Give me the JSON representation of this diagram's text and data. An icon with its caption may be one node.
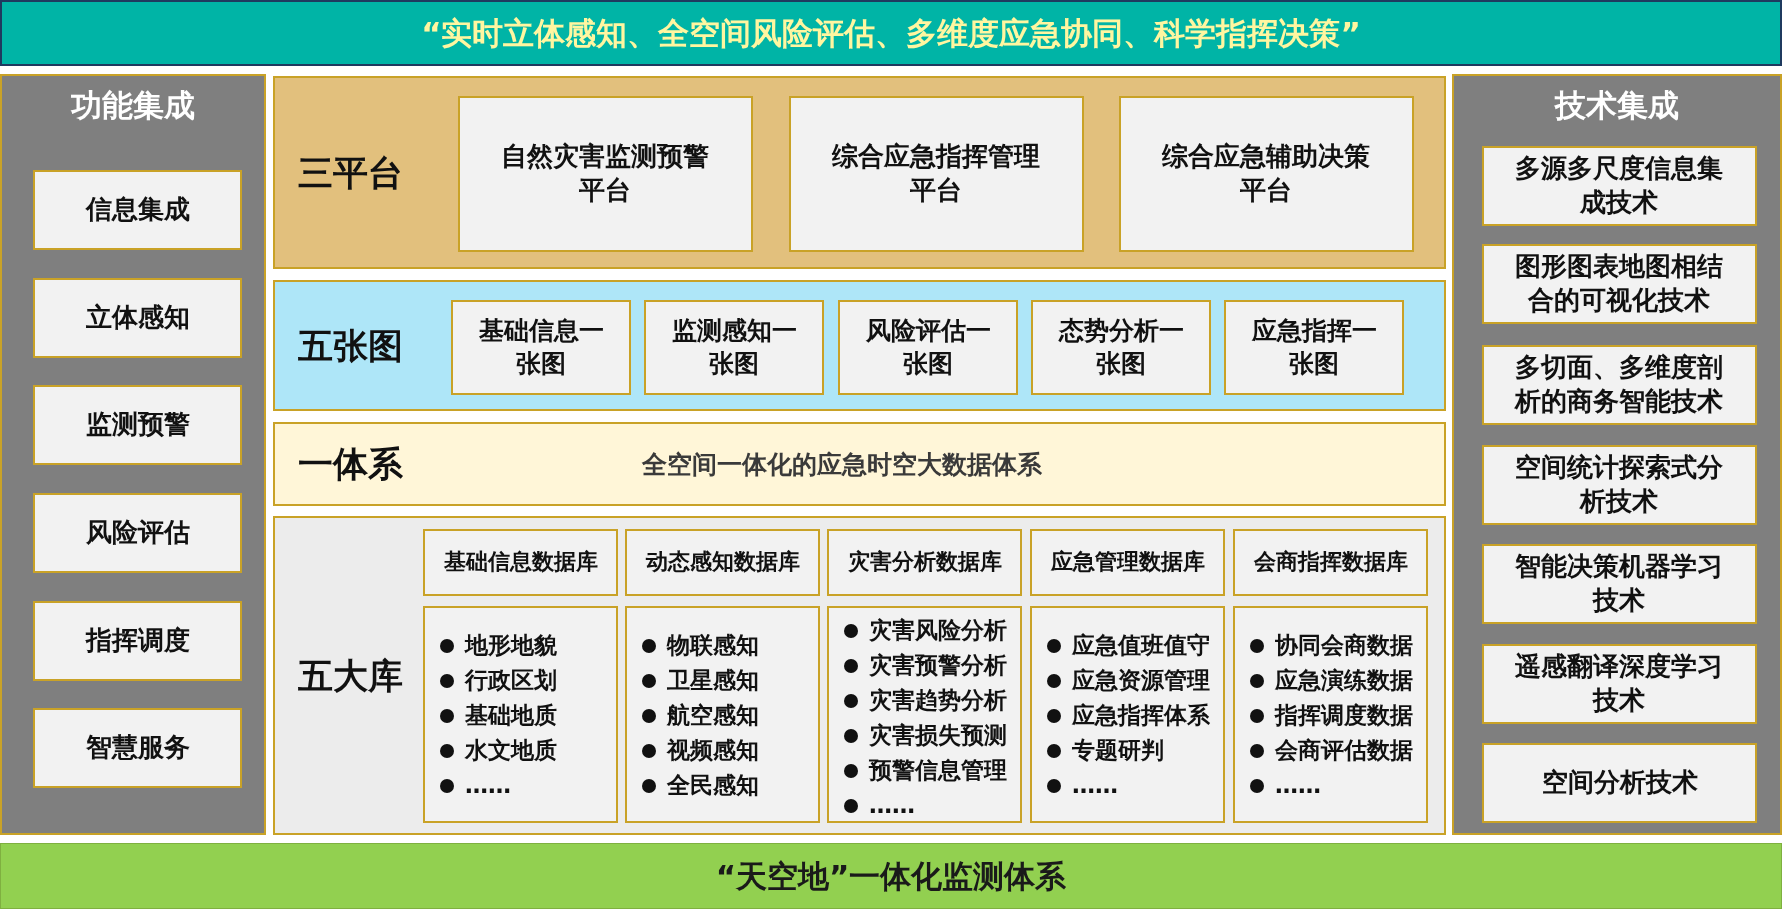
{
  "diagram": {
    "nodes": [
      {
        "text": [
          "“实时立体感知、全空间风险评估、多维度应急协同、科学指挥决策”"
        ]
      },
      {
        "text": [
          "功能集成"
        ]
      },
      {
        "text": [
          "信息集成"
        ],
        "in": 1
      },
      {
        "text": [
          "立体感知"
        ],
        "in": 1
      },
      {
        "text": [
          "监测预警"
        ],
        "in": 1
      },
      {
        "text": [
          "风险评估"
        ],
        "in": 1
      },
      {
        "text": [
          "指挥调度"
        ],
        "in": 1
      },
      {
        "text": [
          "智慧服务"
        ],
        "in": 1
      },
      {
        "text": [
          "三平台"
        ]
      },
      {
        "text": [
          "自然灾害监测预警平台"
        ],
        "in": 8
      },
      {
        "text": [
          "综合应急指挥管理平台"
        ],
        "in": 8
      },
      {
        "text": [
          "综合应急辅助决策平台"
        ],
        "in": 8
      },
      {
        "text": [
          "五张图"
        ]
      },
      {
        "text": [
          "基础信息一张图"
        ],
        "in": 12
      },
      {
        "text": [
          "监测感知一张图"
        ],
        "in": 12
      },
      {
        "text": [
          "风险评估一张图"
        ],
        "in": 12
      },
      {
        "text": [
          "态势分析一张图"
        ],
        "in": 12
      },
      {
        "text": [
          "应急指挥一张图"
        ],
        "in": 12
      },
      {
        "text": [
          "一体系",
          "全空间一体化的应急时空大数据体系"
        ]
      },
      {
        "text": [
          "五大库"
        ]
      },
      {
        "text": [
          "基础信息数据库"
        ],
        "in": 19
      },
      {
        "text": [
          "动态感知数据库"
        ],
        "in": 19
      },
      {
        "text": [
          "灾害分析数据库"
        ],
        "in": 19
      },
      {
        "text": [
          "应急管理数据库"
        ],
        "in": 19
      },
      {
        "text": [
          "会商指挥数据库"
        ],
        "in": 19
      },
      {
        "text": [
          "地形地貌",
          "行政区划",
          "基础地质",
          "水文地质",
          "……"
        ],
        "in": 19
      },
      {
        "text": [
          "物联感知",
          "卫星感知",
          "航空感知",
          "视频感知",
          "全民感知"
        ],
        "in": 19
      },
      {
        "text": [
          "灾害风险分析",
          "灾害预警分析",
          "灾害趋势分析",
          "灾害损失预测",
          "预警信息管理",
          "……"
        ],
        "in": 19
      },
      {
        "text": [
          "应急值班值守",
          "应急资源管理",
          "应急指挥体系",
          "专题研判",
          "……"
        ],
        "in": 19
      },
      {
        "text": [
          "协同会商数据",
          "应急演练数据",
          "指挥调度数据",
          "会商评估数据",
          "……"
        ],
        "in": 19
      },
      {
        "text": [
          "技术集成"
        ]
      },
      {
        "text": [
          "多源多尺度信息集成技术"
        ],
        "in": 30
      },
      {
        "text": [
          "图形图表地图相结合的可视化技术"
        ],
        "in": 30
      },
      {
        "text": [
          "多切面、多维度剖析的商务智能技术"
        ],
        "in": 30
      },
      {
        "text": [
          "空间统计探索式分析技术"
        ],
        "in": 30
      },
      {
        "text": [
          "智能决策机器学习技术"
        ],
        "in": 30
      },
      {
        "text": [
          "遥感翻译深度学习技术"
        ],
        "in": 30
      },
      {
        "text": [
          "空间分析技术"
        ],
        "in": 30
      },
      {
        "text": [
          "“天空地”一体化监测体系"
        ]
      }
    ]
  }
}
